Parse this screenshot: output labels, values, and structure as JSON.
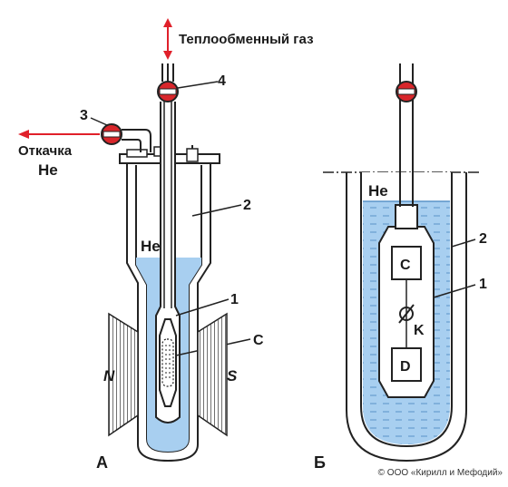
{
  "labels": {
    "exchange_gas": "Теплообменный газ",
    "pumping_line1": "Откачка",
    "pumping_line2": "He",
    "helium_a": "He",
    "helium_b": "He",
    "n_pole": "N",
    "s_pole": "S",
    "panel_a": "А",
    "panel_b": "Б",
    "a_num_1": "1",
    "a_num_2": "2",
    "a_num_3": "3",
    "a_num_4": "4",
    "a_c": "C",
    "b_num_1": "1",
    "b_num_2": "2",
    "b_c": "C",
    "b_d": "D",
    "b_k": "K",
    "copyright": "© ООО «Кирилл и Мефодий»"
  },
  "colors": {
    "liquid": "#a8cff0",
    "liquid_dark": "#6aa5d8",
    "valve": "#d8262b",
    "arrow": "#e0202a",
    "outline": "#222222",
    "wall_fill": "#ffffff"
  },
  "icons": {
    "valve": "valve-icon",
    "magnet": "magnet-pole-icon",
    "arrow": "double-arrow-icon"
  }
}
